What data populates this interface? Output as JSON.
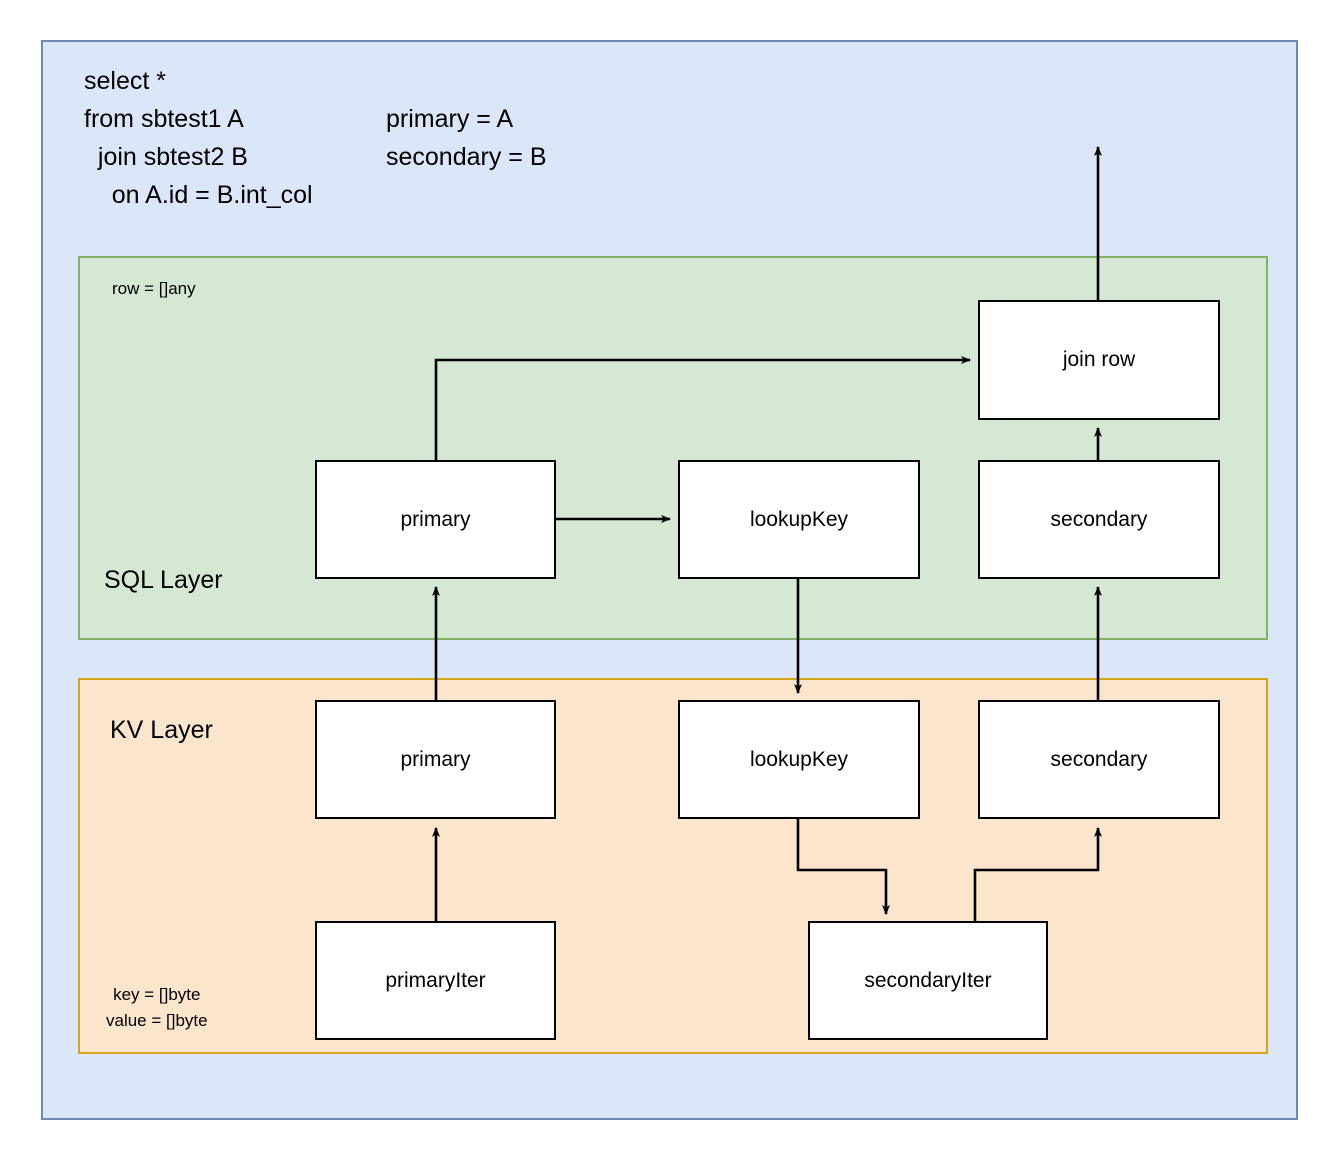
{
  "diagram": {
    "title_query": "select *\nfrom sbtest1 A\n  join sbtest2 B\n    on A.id = B.int_col",
    "legend": "primary = A\nsecondary = B",
    "layers": [
      {
        "id": "sql-layer",
        "label": "SQL Layer",
        "note": "row = []any",
        "fill": "#d5e8d4",
        "stroke": "#82b366"
      },
      {
        "id": "kv-layer",
        "label": "KV Layer",
        "note": "key = []byte\nvalue = []byte",
        "fill": "#fce5cd",
        "stroke": "#d6a517"
      }
    ],
    "outer": {
      "fill": "#dce6f9",
      "stroke": "#6d8bb0"
    },
    "nodes": {
      "join_row": "join row",
      "sql_primary": "primary",
      "sql_lookup_key": "lookupKey",
      "sql_secondary": "secondary",
      "kv_primary": "primary",
      "kv_lookup_key": "lookupKey",
      "kv_secondary": "secondary",
      "primary_iter": "primaryIter",
      "secondary_iter": "secondaryIter"
    },
    "edge_color": "#000000"
  }
}
